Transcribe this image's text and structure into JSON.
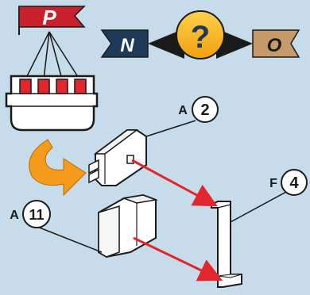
{
  "header": {
    "p_flag_label": "P",
    "n_flag_label": "N",
    "question_label": "?",
    "o_flag_label": "O"
  },
  "callouts": [
    {
      "letter": "A",
      "number": "2"
    },
    {
      "letter": "A",
      "number": "11"
    },
    {
      "letter": "F",
      "number": "4"
    }
  ],
  "colors": {
    "background": "#c6dcea",
    "p_flag": "#c8202c",
    "n_flag": "#1f3a57",
    "o_flag": "#c79a6c",
    "question_badge": "#f4b41a",
    "rotate_arrow": "#f59a1a",
    "move_arrow": "#e3262d"
  }
}
